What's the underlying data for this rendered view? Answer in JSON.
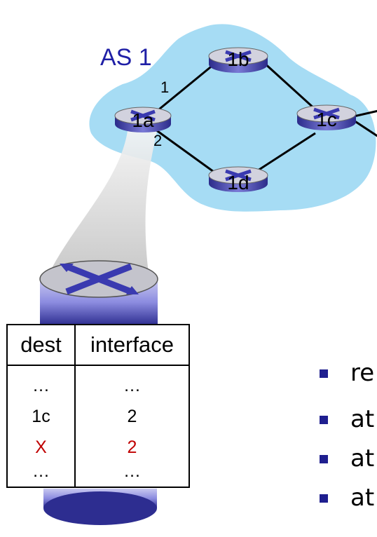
{
  "as_label": "AS 1",
  "routers": {
    "r1a": "1a",
    "r1b": "1b",
    "r1c": "1c",
    "r1d": "1d"
  },
  "interfaces": {
    "if1": "1",
    "if2": "2"
  },
  "table": {
    "headers": {
      "dest": "dest",
      "interface": "interface"
    },
    "rows": [
      {
        "dest": "…",
        "interface": "…",
        "highlight": false
      },
      {
        "dest": "1c",
        "interface": "2",
        "highlight": false
      },
      {
        "dest": "X",
        "interface": "2",
        "highlight": true
      },
      {
        "dest": "…",
        "interface": "…",
        "highlight": false
      }
    ]
  },
  "bullets": [
    "re",
    "at",
    "at",
    "at"
  ],
  "colors": {
    "cloud": "#a6dcf4",
    "as_label": "#1f1fa6",
    "highlight": "#c00000",
    "router_top": "#c8c8d8",
    "router_body": "#5a5ab8",
    "bullet": "#1f1f8f"
  }
}
